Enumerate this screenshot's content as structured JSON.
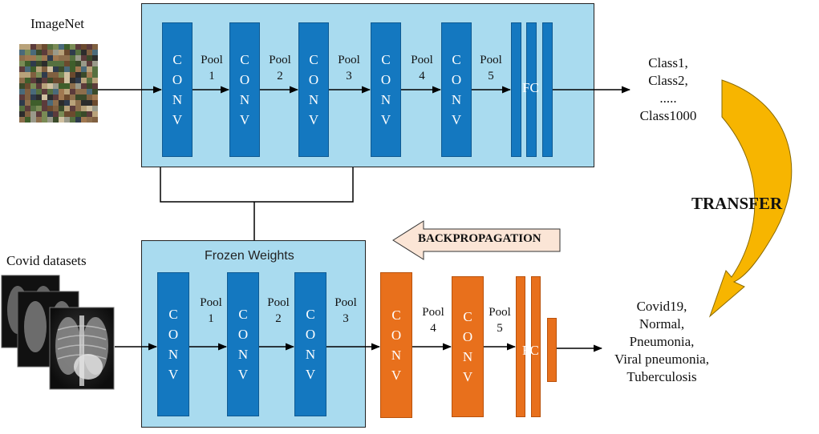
{
  "top": {
    "source_label": "ImageNet",
    "conv_letters": [
      "C",
      "O",
      "N",
      "V"
    ],
    "pools": [
      {
        "name": "Pool",
        "num": "1"
      },
      {
        "name": "Pool",
        "num": "2"
      },
      {
        "name": "Pool",
        "num": "3"
      },
      {
        "name": "Pool",
        "num": "4"
      },
      {
        "name": "Pool",
        "num": "5"
      }
    ],
    "fc_label": "FC",
    "classes": [
      "Class1,",
      "Class2,",
      ".....",
      "Class1000"
    ]
  },
  "bottom": {
    "source_label": "Covid datasets",
    "frozen_label": "Frozen Weights",
    "conv_letters": [
      "C",
      "O",
      "N",
      "V"
    ],
    "pools": [
      {
        "name": "Pool",
        "num": "1"
      },
      {
        "name": "Pool",
        "num": "2"
      },
      {
        "name": "Pool",
        "num": "3"
      },
      {
        "name": "Pool",
        "num": "4"
      },
      {
        "name": "Pool",
        "num": "5"
      }
    ],
    "fc_label": "FC",
    "classes": [
      "Covid19,",
      "Normal,",
      "Pneumonia,",
      "Viral pneumonia,",
      "Tuberculosis"
    ]
  },
  "backprop_label": "BACKPROPAGATION",
  "transfer_label": "TRANSFER",
  "colors": {
    "panel": "#a9dbef",
    "conv_blue": "#1478c0",
    "conv_orange": "#e8701c",
    "transfer_arrow": "#f7b500",
    "backprop_arrow": "#fbe5d6"
  }
}
